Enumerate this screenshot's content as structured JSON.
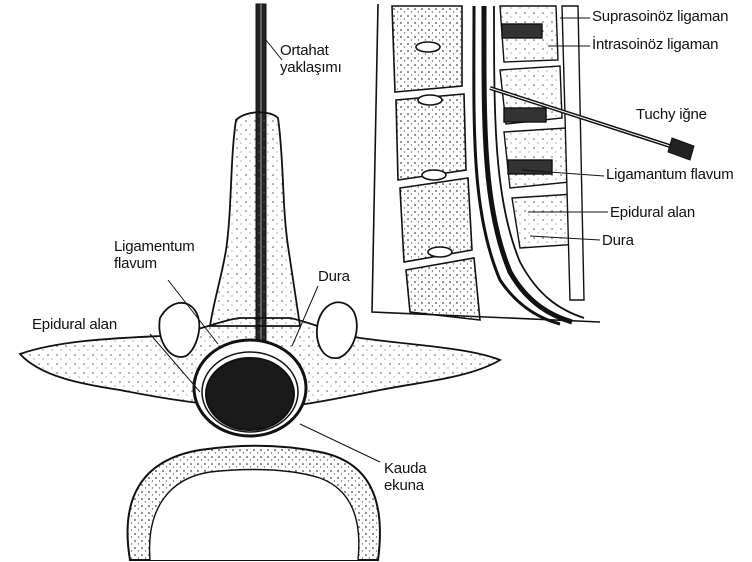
{
  "inset": {
    "labels": {
      "supraspinous": "Suprasoinöz ligaman",
      "interspinous": "İntrasoinöz ligaman",
      "needle": "Tuchy iğne",
      "ligamentum_flavum": "Ligamantum flavum",
      "epidural": "Epidural alan",
      "dura": "Dura"
    }
  },
  "cross_section": {
    "labels": {
      "approach_line1": "Ortahat",
      "approach_line2": "yaklaşımı",
      "lig_flavum_line1": "Ligamentum",
      "lig_flavum_line2": "flavum",
      "dura": "Dura",
      "epidural": "Epidural alan",
      "cauda_line1": "Kauda",
      "cauda_line2": "ekuna"
    }
  },
  "colors": {
    "ink": "#111111",
    "paper": "#ffffff",
    "fill": "#1a1a1a"
  }
}
